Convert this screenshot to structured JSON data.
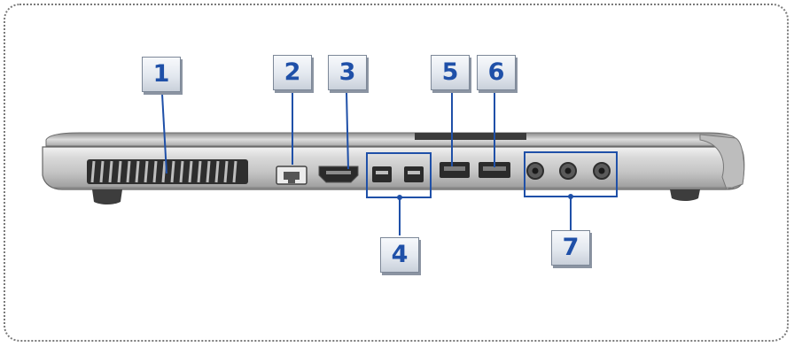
{
  "colors": {
    "callout_text": "#1f50a8",
    "leader_line": "#1f50a8",
    "frame_border": "#7a7a7a",
    "laptop_body": "#c9c9c9"
  },
  "diagram": {
    "subject": "laptop-side-view",
    "callouts": [
      {
        "id": "1",
        "label": "1",
        "target": "vent"
      },
      {
        "id": "2",
        "label": "2",
        "target": "rj45-port"
      },
      {
        "id": "3",
        "label": "3",
        "target": "hdmi-port"
      },
      {
        "id": "4",
        "label": "4",
        "target": "usb-2-ports"
      },
      {
        "id": "5",
        "label": "5",
        "target": "usb-port-a"
      },
      {
        "id": "6",
        "label": "6",
        "target": "usb-port-b"
      },
      {
        "id": "7",
        "label": "7",
        "target": "audio-jacks"
      }
    ]
  }
}
